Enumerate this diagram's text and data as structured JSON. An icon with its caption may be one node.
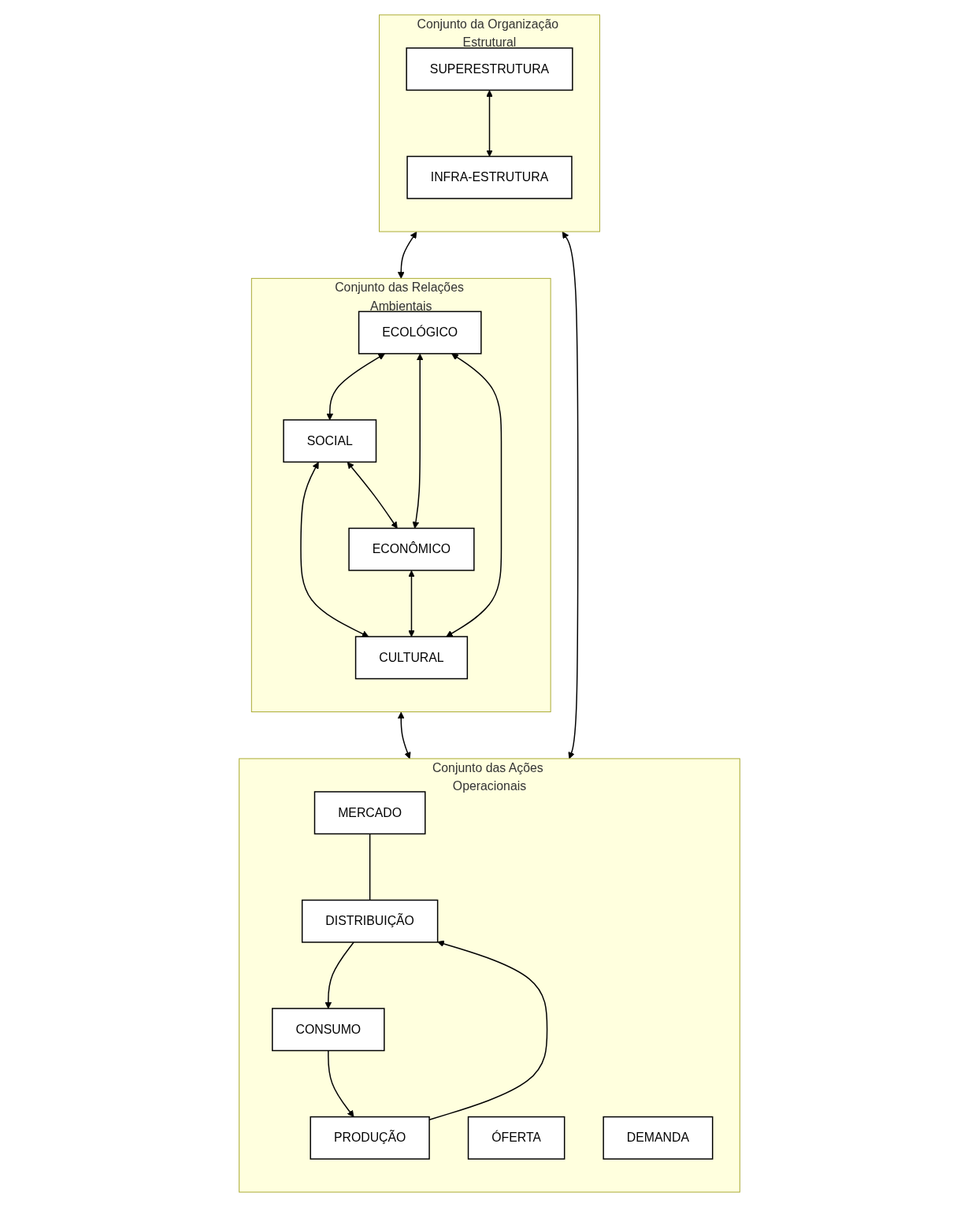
{
  "diagram": {
    "nodes": [
      {
        "text": [
          "Conjunto das Relações Ambientais"
        ]
      },
      {
        "text": [
          "ECOLÓGICO"
        ],
        "in": 0
      },
      {
        "text": [
          "SOCIAL"
        ],
        "in": 0
      },
      {
        "text": [
          "ECONÔMICO"
        ],
        "in": 0
      },
      {
        "text": [
          "CULTURAL"
        ],
        "in": 0
      },
      {
        "text": [
          "Conjunto da Organização Estrutural"
        ]
      },
      {
        "text": [
          "SUPERESTRUTURA"
        ],
        "in": 5
      },
      {
        "text": [
          "INFRA-ESTRUTURA"
        ],
        "in": 5
      },
      {
        "text": [
          "Conjunto das Ações Operacionais"
        ]
      },
      {
        "text": [
          "MERCADO"
        ],
        "in": 8
      },
      {
        "text": [
          "ÓFERTA"
        ],
        "in": 8
      },
      {
        "text": [
          "DEMANDA"
        ],
        "in": 8
      },
      {
        "text": [
          "PRODUÇÃO"
        ],
        "in": 8
      },
      {
        "text": [
          "CONSUMO"
        ],
        "in": 8
      },
      {
        "text": [
          "DISTRIBUIÇÃO"
        ],
        "in": 8
      }
    ],
    "edges": [
      {
        "from": 1,
        "to": 2,
        "arrow": "both"
      },
      {
        "from": 1,
        "to": 3,
        "arrow": "both"
      },
      {
        "from": 2,
        "to": 4,
        "arrow": "both"
      },
      {
        "from": 3,
        "to": 4,
        "arrow": "both"
      },
      {
        "from": 1,
        "to": 4,
        "arrow": "both"
      },
      {
        "from": 2,
        "to": 3,
        "arrow": "both"
      },
      {
        "from": 5,
        "to": 0,
        "arrow": "both"
      },
      {
        "from": 0,
        "to": 8,
        "arrow": "both"
      },
      {
        "from": 6,
        "to": 7,
        "arrow": "both"
      },
      {
        "from": 5,
        "to": 8,
        "arrow": "both"
      },
      {
        "from": 9,
        "to": 14,
        "arrow": "none"
      },
      {
        "from": 13,
        "to": 12,
        "arrow": "to"
      },
      {
        "from": 12,
        "to": 14,
        "arrow": "to"
      },
      {
        "from": 14,
        "to": 13,
        "arrow": "to"
      }
    ]
  }
}
